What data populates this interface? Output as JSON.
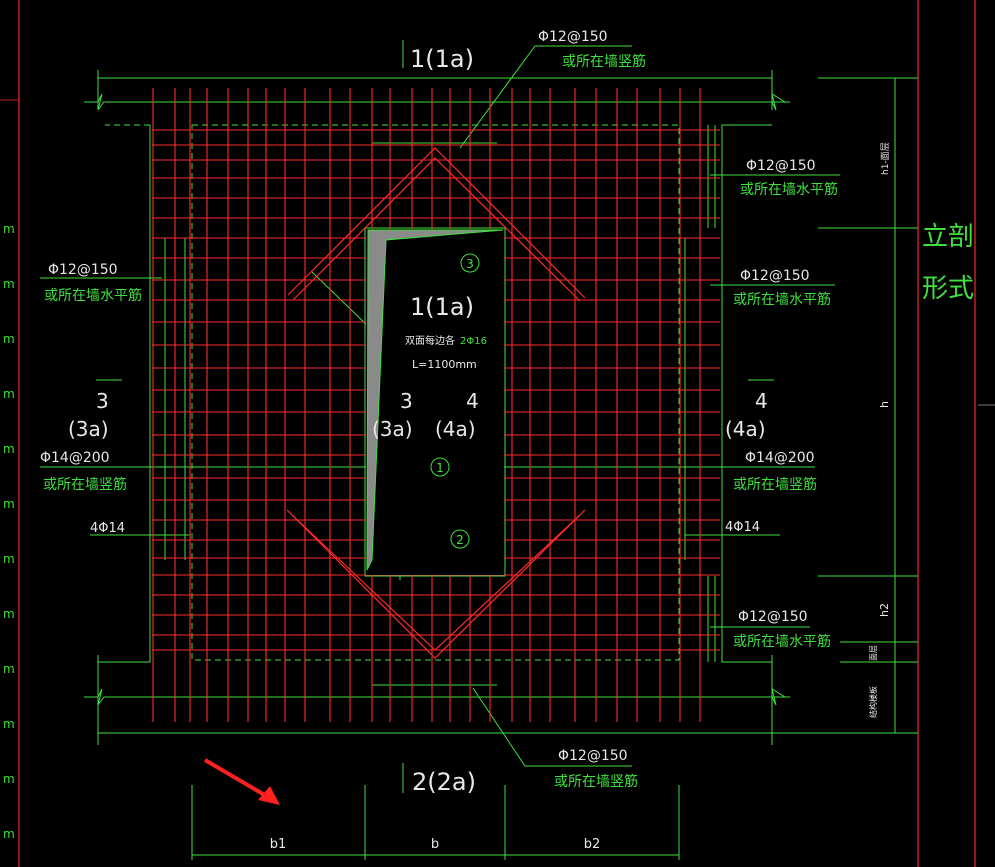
{
  "colors": {
    "background": "#000000",
    "rebar": "#ff2a2a",
    "annotation": "#3fe03f",
    "text_white": "#e8e8e8",
    "cut_fill": "#8a8a8a",
    "frame_red": "#c42020",
    "scrollbar": "#777777"
  },
  "section_marks": {
    "top": "1(1a)",
    "center": "1(1a)",
    "bottom": "2(2a)",
    "left_num": "3",
    "left_sub": "(3a)",
    "center_left_num": "3",
    "center_left_sub": "(3a)",
    "center_right_num": "4",
    "center_right_sub": "(4a)",
    "right_num": "4",
    "right_sub": "(4a)"
  },
  "labels": {
    "top_callout_spec": "Φ12@150",
    "top_callout_note": "或所在墙竖筋",
    "right_upper_1_spec": "Φ12@150",
    "right_upper_1_note": "或所在墙水平筋",
    "right_upper_2_spec": "Φ12@150",
    "right_upper_2_note": "或所在墙水平筋",
    "left_upper_spec": "Φ12@150",
    "left_upper_note": "或所在墙水平筋",
    "left_mid_spec": "Φ14@200",
    "left_mid_note": "或所在墙竖筋",
    "right_mid_spec": "Φ14@200",
    "right_mid_note": "或所在墙竖筋",
    "left_bars": "4Φ14",
    "right_bars": "4Φ14",
    "right_lower_spec": "Φ12@150",
    "right_lower_note": "或所在墙水平筋",
    "bottom_callout_spec": "Φ12@150",
    "bottom_callout_note": "或所在墙竖筋",
    "center_each_side": "双面每边各",
    "center_bars": "2Φ16",
    "center_length": "L=1100mm",
    "elevation_title_1": "立剖",
    "elevation_title_2": "形式"
  },
  "markers": {
    "m1": "1",
    "m2": "2",
    "m3": "3"
  },
  "dimensions": {
    "b1": "b1",
    "b": "b",
    "b2": "b2",
    "h": "h",
    "h1": "h1-面层",
    "h2": "h2",
    "surface": "面层",
    "structure": "结构楼板"
  },
  "left_ruler_letter": "m",
  "left_ruler_count": 12
}
